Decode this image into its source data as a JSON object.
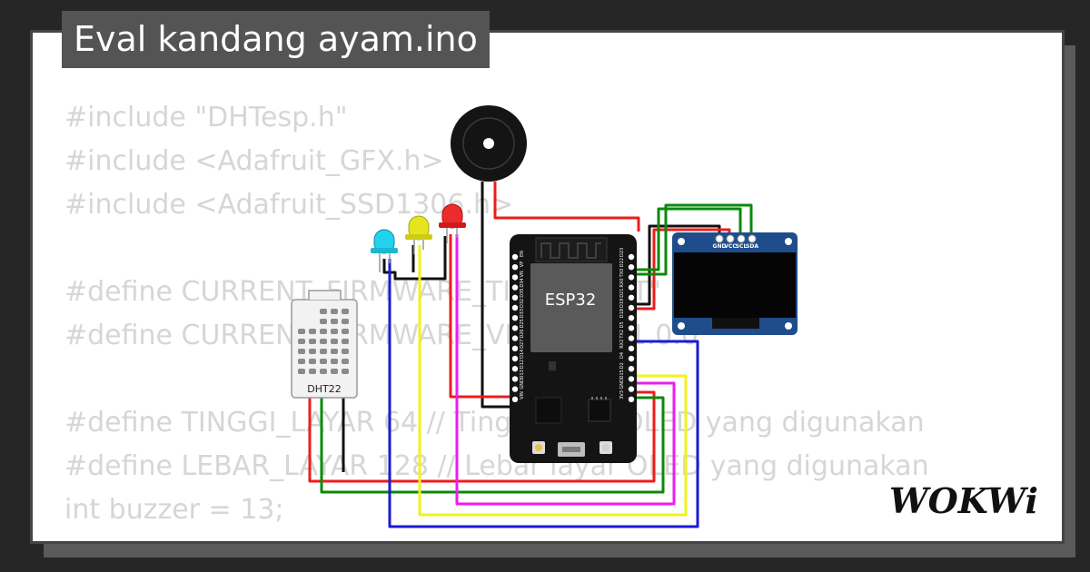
{
  "title": "Eval kandang ayam.ino",
  "code_lines": [
    "#include \"DHTesp.h\"",
    "#include <Adafruit_GFX.h>",
    "#include <Adafruit_SSD1306.h>",
    "",
    "#define CURRENT_FIRMWARE_TITLE \"TEST\"",
    "#define CURRENT_FIRMWARE_VERSION \"1.0.0\"",
    "",
    "#define TINGGI_LAYAR 64 // Tinggi layar OLED yang digunakan",
    "#define LEBAR_LAYAR 128 // Lebar layar OLED yang digunakan",
    "int buzzer = 13;"
  ],
  "components": {
    "esp32_label": "ESP32",
    "dht_label": "DHT22",
    "oled_pins": [
      "GND",
      "VCC",
      "SCL",
      "SDA"
    ],
    "esp_left_pins": [
      "EN",
      "VP",
      "VN",
      "D34",
      "D35",
      "D32",
      "D33",
      "D25",
      "D26",
      "D27",
      "D14",
      "D12",
      "D13",
      "GND",
      "VIN"
    ],
    "esp_right_pins": [
      "D23",
      "D22",
      "TX0",
      "RX0",
      "D21",
      "D19",
      "D18",
      "D5",
      "TX2",
      "RX2",
      "D4",
      "D2",
      "D15",
      "GND",
      "3V3"
    ],
    "led_colors": [
      "#22d3ee",
      "#e5e51e",
      "#ee2b2b"
    ]
  },
  "logo_text": "WOKWi",
  "colors": {
    "background": "#262626",
    "title_tab": "#545454",
    "code_text": "#d6d6d6",
    "wire_red": "#ee1c1c",
    "wire_green": "#0a8a0a",
    "wire_black": "#111111",
    "wire_blue": "#1a1ad6",
    "wire_yellow": "#f2f21a",
    "wire_magenta": "#ee1cee"
  }
}
